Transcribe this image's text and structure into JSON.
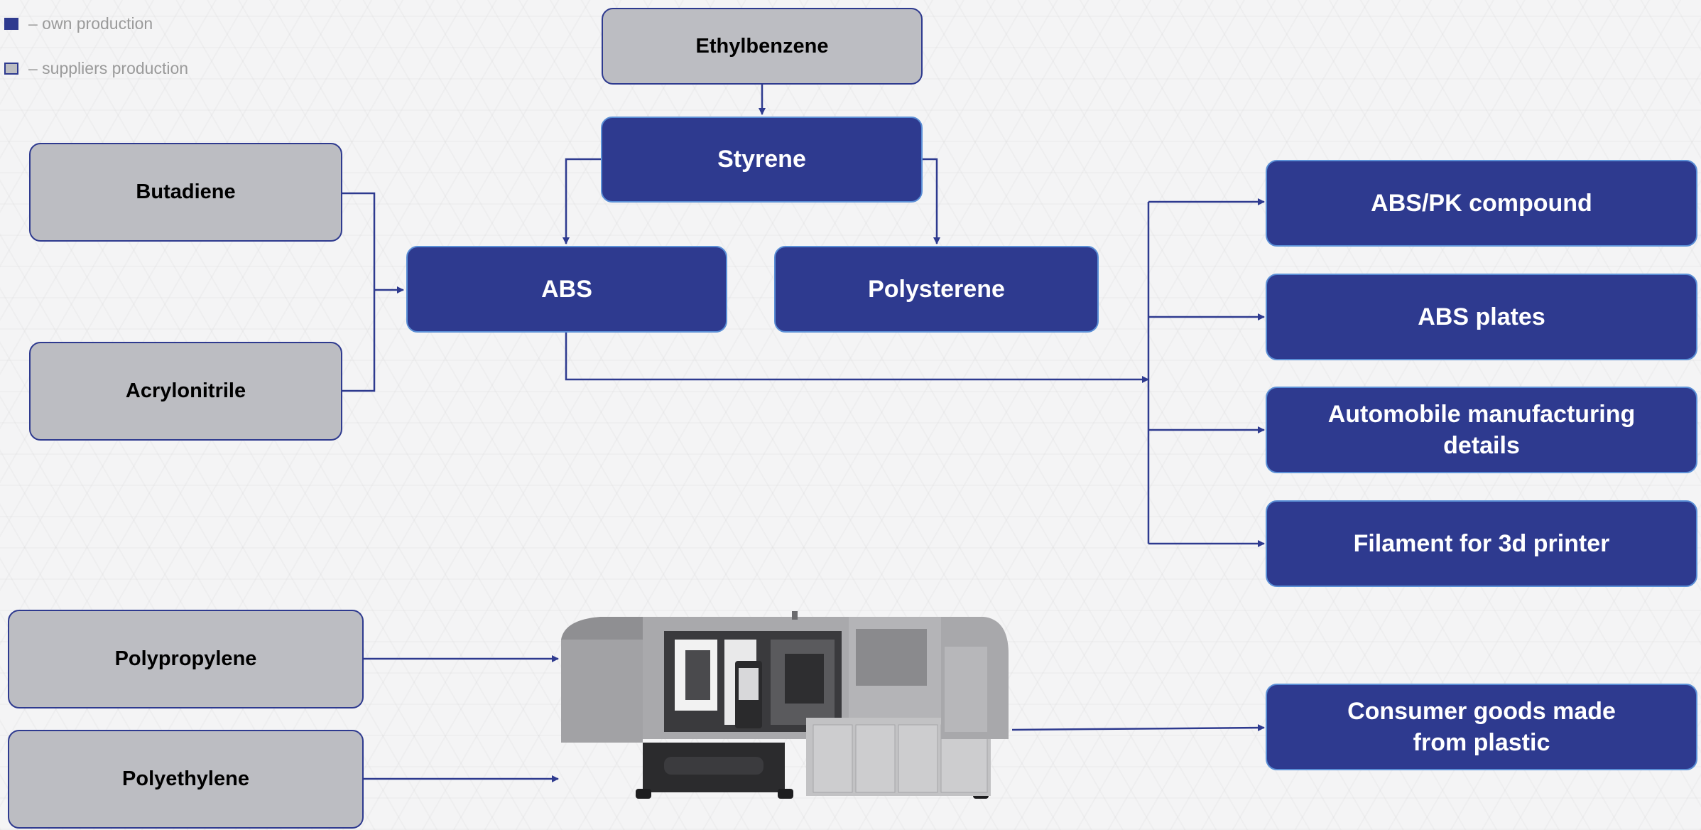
{
  "legend": {
    "own": "–  own production",
    "suppliers": "–  suppliers production"
  },
  "colors": {
    "own": "#2e3a8f",
    "supplier": "#bcbdc2",
    "connector": "#2e3a8f"
  },
  "nodes": {
    "ethylbenzene": "Ethylbenzene",
    "styrene": "Styrene",
    "butadiene": "Butadiene",
    "acrylonitrile": "Acrylonitrile",
    "abs": "ABS",
    "polysterene": "Polysterene",
    "abs_pk": "ABS/PK compound",
    "abs_plates": "ABS plates",
    "automobile": "Automobile manufacturing details",
    "filament": "Filament for 3d printer",
    "polypropylene": "Polypropylene",
    "polyethylene": "Polyethylene",
    "consumer": "Consumer goods made from plastic"
  },
  "machine": {
    "icon": "injection-molding-machine"
  }
}
